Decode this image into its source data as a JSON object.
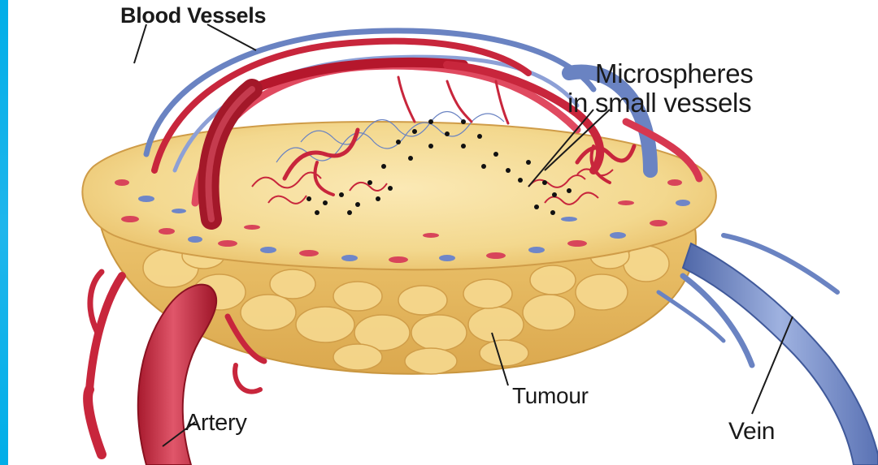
{
  "labels": {
    "blood_vessels": "Blood Vessels",
    "microspheres_line1": "Microspheres",
    "microspheres_line2": "in small vessels",
    "tumour": "Tumour",
    "artery": "Artery",
    "vein": "Vein"
  },
  "colors": {
    "frame_border": "#00aee8",
    "tumour_fill": "#f1cf82",
    "artery_red": "#c8263c",
    "vein_blue": "#6a83c2",
    "microsphere": "#111111"
  }
}
